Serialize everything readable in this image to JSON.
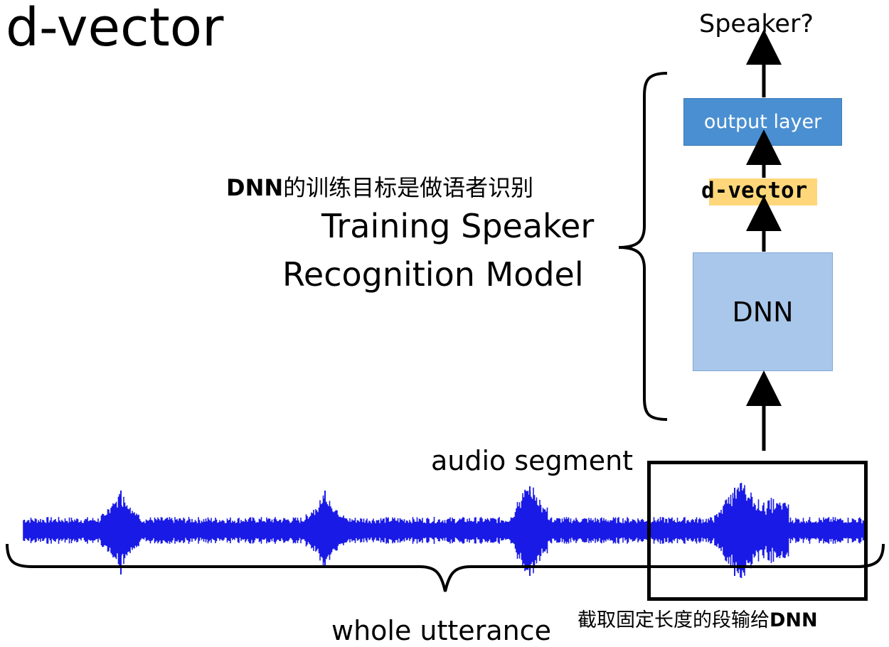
{
  "title": "d-vector",
  "speaker_question": "Speaker?",
  "output_layer_label": "output layer",
  "dvector_label": "d-vector",
  "dnn_label": "DNN",
  "zh_training_note": "的训练目标是做语者识别",
  "zh_training_note_prefix": "DNN",
  "training_line1": "Training Speaker",
  "training_line2": "Recognition Model",
  "audio_segment_label": "audio segment",
  "whole_utterance_label": "whole utterance",
  "zh_cut_note": "截取固定长度的段输给",
  "zh_cut_note_suffix": "DNN",
  "colors": {
    "waveform": "#1a1ae6",
    "output_layer": "#4a8fd1",
    "dnn": "#a9c7ea",
    "highlight": "#ffd77a"
  }
}
